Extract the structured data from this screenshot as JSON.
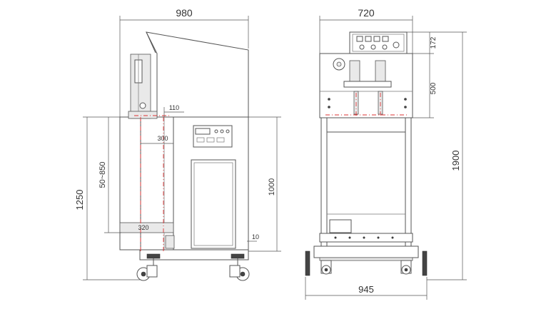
{
  "dimensions": {
    "side_width": "980",
    "opening_width": "110",
    "opening_depth": "300",
    "height_range": "50~850",
    "base_offset": "320",
    "table_height": "1000",
    "foot_gap": "10",
    "total_height_side": "1250",
    "front_width": "720",
    "head_height": "172",
    "head_depth": "500",
    "total_height_front": "1900",
    "base_width": "945"
  }
}
